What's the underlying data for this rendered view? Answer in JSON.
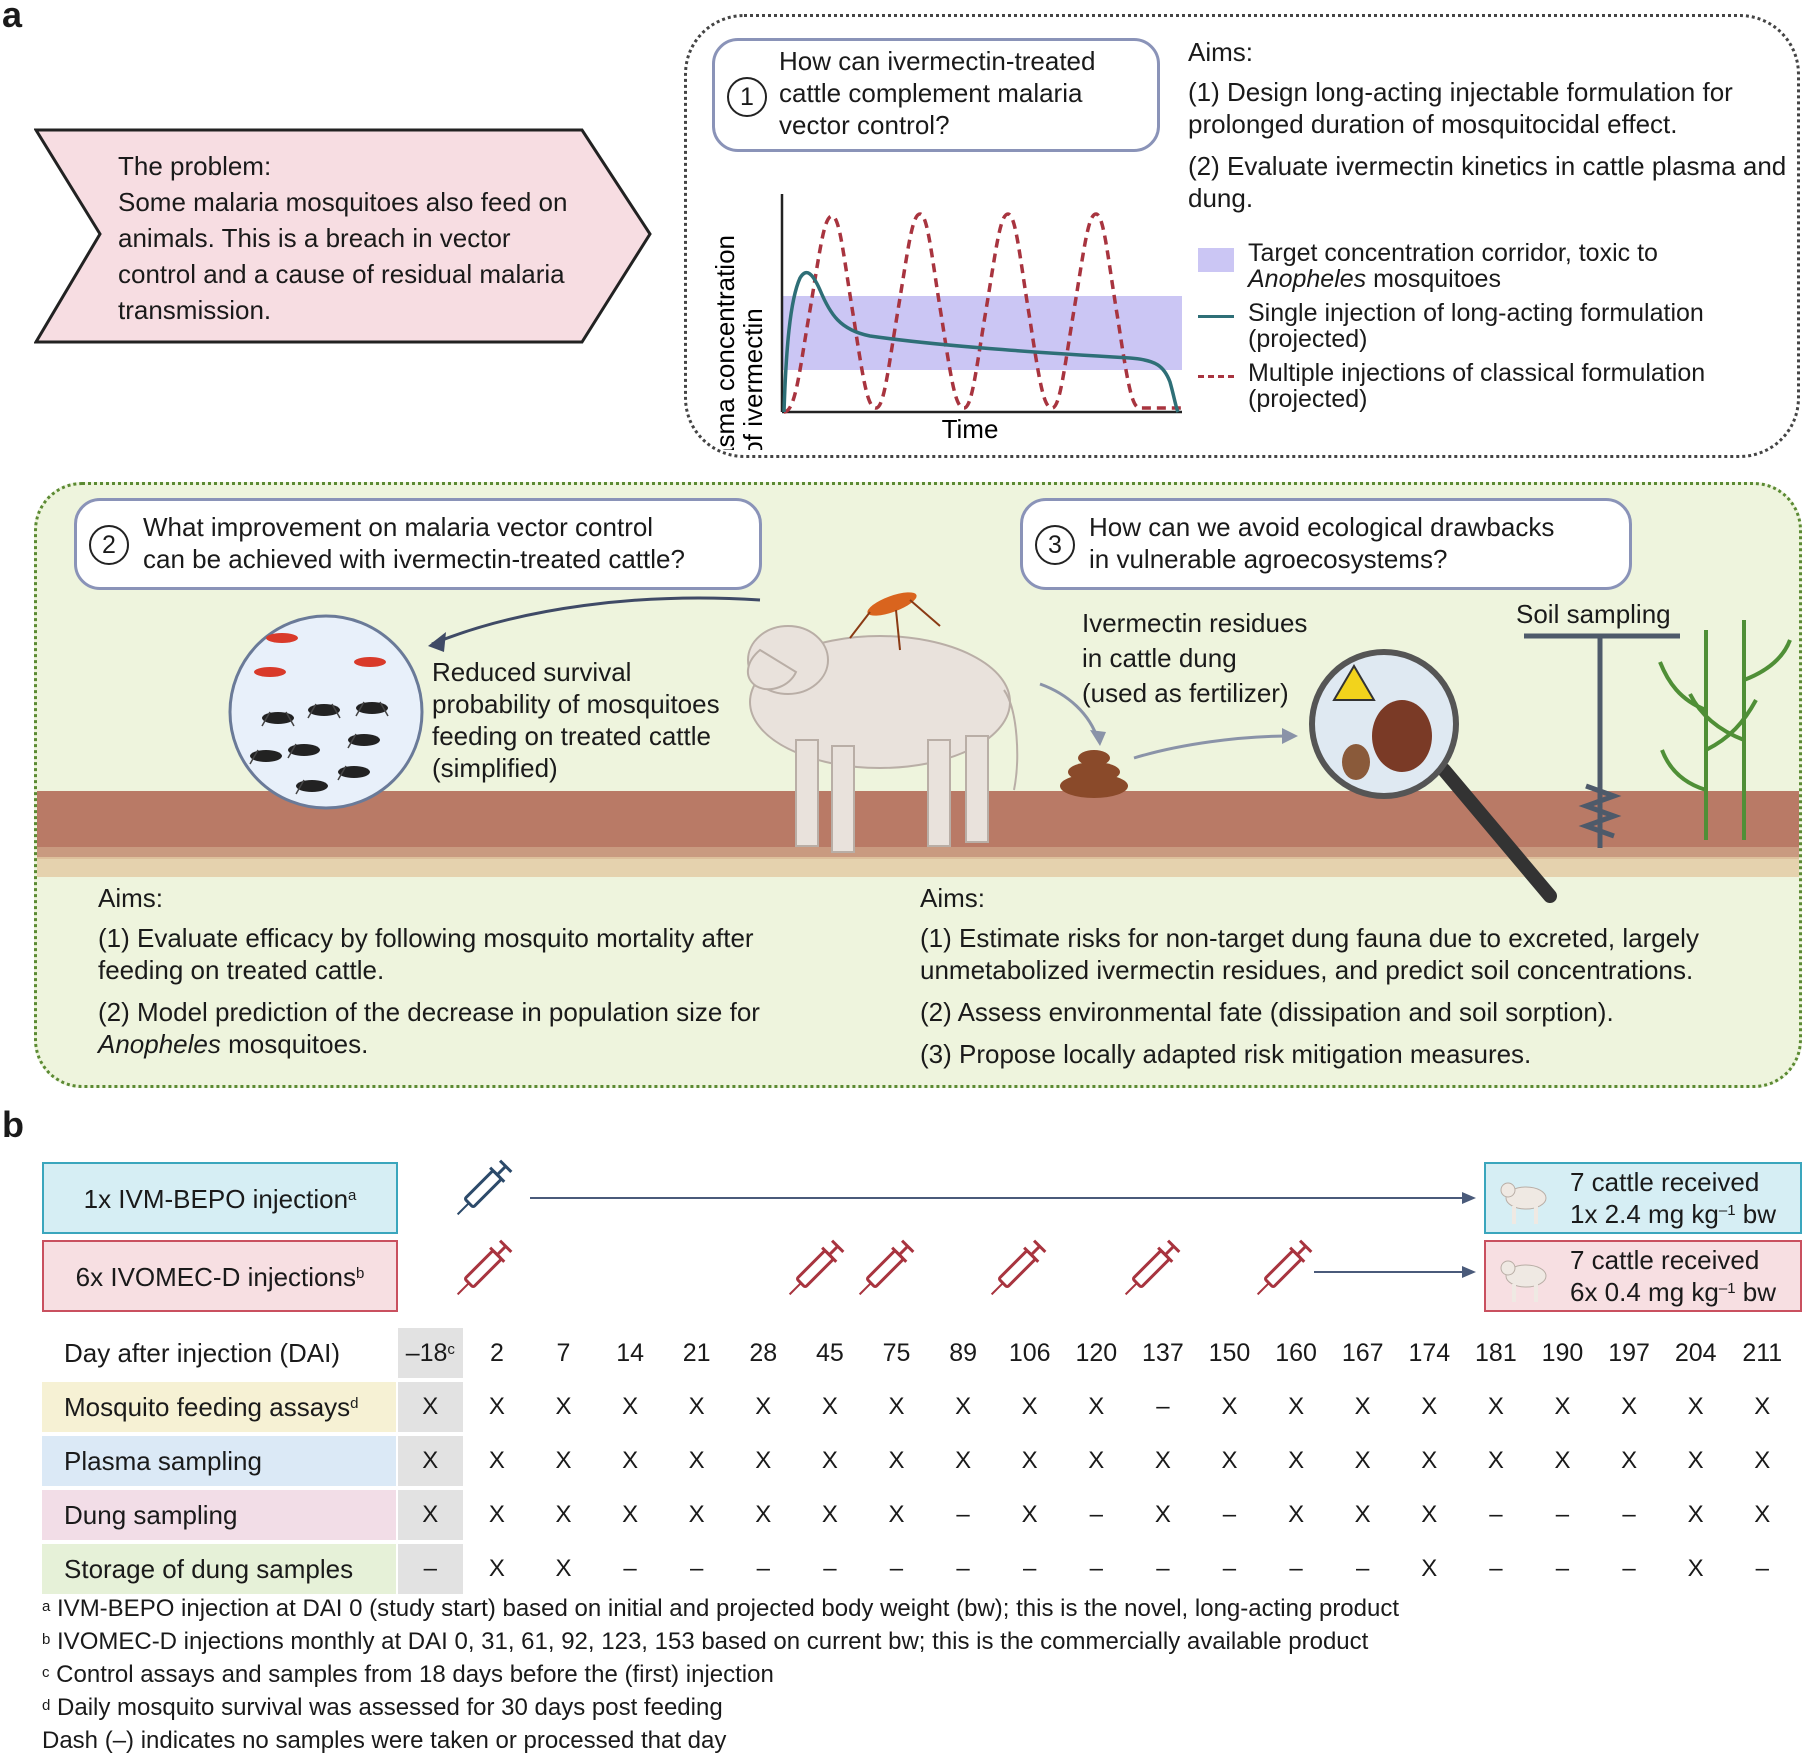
{
  "panel_a": {
    "letter": "a",
    "problem": {
      "heading": "The problem:",
      "text": "Some malaria mosquitoes also feed on animals. This is a breach in vector control and a cause of residual malaria transmission."
    },
    "q1": {
      "number": "1",
      "text": "How can ivermectin-treated cattle complement malaria vector control?"
    },
    "aims1": {
      "heading": "Aims:",
      "items": [
        "(1) Design long-acting injectable formulation for prolonged duration of mosquitocidal effect.",
        "(2) Evaluate ivermectin kinetics in cattle plasma and dung."
      ]
    },
    "chart": {
      "ylabel_line1": "Plasma concentration",
      "ylabel_line2": "of ivermectin",
      "xlabel": "Time",
      "legend": {
        "corridor_line1": "Target concentration corridor, toxic to",
        "corridor_italic": "Anopheles",
        "corridor_rest": " mosquitoes",
        "single_line1": "Single injection of long-acting formulation",
        "single_line2": "(projected)",
        "multi_line1": "Multiple injections of classical formulation",
        "multi_line2": "(projected)"
      },
      "colors": {
        "corridor": "#cbc6f4",
        "single": "#2e6f77",
        "multi": "#a8343f"
      }
    },
    "q2": {
      "number": "2",
      "line1": "What improvement on malaria vector control",
      "line2": "can be achieved with ivermectin-treated cattle?"
    },
    "q3": {
      "number": "3",
      "line1": "How can we avoid ecological drawbacks",
      "line2": "in vulnerable agroecosystems?"
    },
    "reduced_survival": [
      "Reduced survival",
      "probability of mosquitoes",
      "feeding on treated cattle",
      "(simplified)"
    ],
    "residues": [
      "Ivermectin residues",
      "in cattle dung",
      "(used as fertilizer)"
    ],
    "soil_sampling": "Soil sampling",
    "aims2": {
      "heading": "Aims:",
      "item1_line1": "(1) Evaluate efficacy by following mosquito mortality after",
      "item1_line2": "feeding on treated cattle.",
      "item2_line1": "(2) Model prediction of the decrease in population size for",
      "item2_italic": "Anopheles",
      "item2_rest": " mosquitoes."
    },
    "aims3": {
      "heading": "Aims:",
      "item1_line1": "(1) Estimate risks for non-target dung fauna due to excreted, largely",
      "item1_line2": "unmetabolized ivermectin residues, and predict soil concentrations.",
      "item2": "(2) Assess environmental fate (dissipation and soil sorption).",
      "item3": "(3) Propose locally adapted risk mitigation measures."
    }
  },
  "panel_b": {
    "letter": "b",
    "group1": {
      "label": "1x IVM-BEPO injection",
      "sup": "a",
      "result_line1": "7 cattle received",
      "result_line2_pre": "1x 2.4 mg kg",
      "result_sup": "–1",
      "result_line2_post": " bw",
      "color_bg": "#d6eef4",
      "color_border": "#3aa6bd"
    },
    "group2": {
      "label": "6x IVOMEC-D injections",
      "sup": "b",
      "result_line1": "7 cattle received",
      "result_line2_pre": "6x 0.4 mg kg",
      "result_sup": "–1",
      "result_line2_post": " bw",
      "color_bg": "#f7dfe2",
      "color_border": "#c9505f"
    },
    "table": {
      "header_label": "Day after injection (DAI)",
      "days": [
        "–18",
        "2",
        "7",
        "14",
        "21",
        "28",
        "45",
        "75",
        "89",
        "106",
        "120",
        "137",
        "150",
        "160",
        "167",
        "174",
        "181",
        "190",
        "197",
        "204",
        "211"
      ],
      "first_day_sup": "c",
      "rows": [
        {
          "label": "Mosquito feeding assays",
          "sup": "d",
          "bg": "#f6f1d4",
          "cells": [
            "X",
            "X",
            "X",
            "X",
            "X",
            "X",
            "X",
            "X",
            "X",
            "X",
            "X",
            "–",
            "X",
            "X",
            "X",
            "X",
            "X",
            "X",
            "X",
            "X",
            "X"
          ]
        },
        {
          "label": "Plasma sampling",
          "sup": "",
          "bg": "#dbe9f6",
          "cells": [
            "X",
            "X",
            "X",
            "X",
            "X",
            "X",
            "X",
            "X",
            "X",
            "X",
            "X",
            "X",
            "X",
            "X",
            "X",
            "X",
            "X",
            "X",
            "X",
            "X",
            "X"
          ]
        },
        {
          "label": "Dung sampling",
          "sup": "",
          "bg": "#f2dde7",
          "cells": [
            "X",
            "X",
            "X",
            "X",
            "X",
            "X",
            "X",
            "X",
            "–",
            "X",
            "–",
            "X",
            "–",
            "X",
            "X",
            "X",
            "–",
            "–",
            "–",
            "X",
            "X"
          ]
        },
        {
          "label": "Storage of dung samples",
          "sup": "",
          "bg": "#e6f1d8",
          "cells": [
            "–",
            "X",
            "X",
            "–",
            "–",
            "–",
            "–",
            "–",
            "–",
            "–",
            "–",
            "–",
            "–",
            "–",
            "–",
            "X",
            "–",
            "–",
            "–",
            "X",
            "–"
          ]
        }
      ]
    },
    "footnotes": [
      {
        "mark": "a",
        "text": " IVM-BEPO injection at DAI 0 (study start) based on initial and projected body weight (bw); this is the novel, long-acting product"
      },
      {
        "mark": "b",
        "text": " IVOMEC-D injections monthly at DAI 0, 31, 61, 92, 123, 153 based on current bw; this is the commercially available product"
      },
      {
        "mark": "c",
        "text": " Control assays and samples from 18 days before the (first) injection"
      },
      {
        "mark": "d",
        "text": " Daily mosquito survival was assessed for 30 days post feeding"
      },
      {
        "mark": "",
        "text": "Dash (–) indicates no samples were taken or processed that day"
      }
    ]
  }
}
